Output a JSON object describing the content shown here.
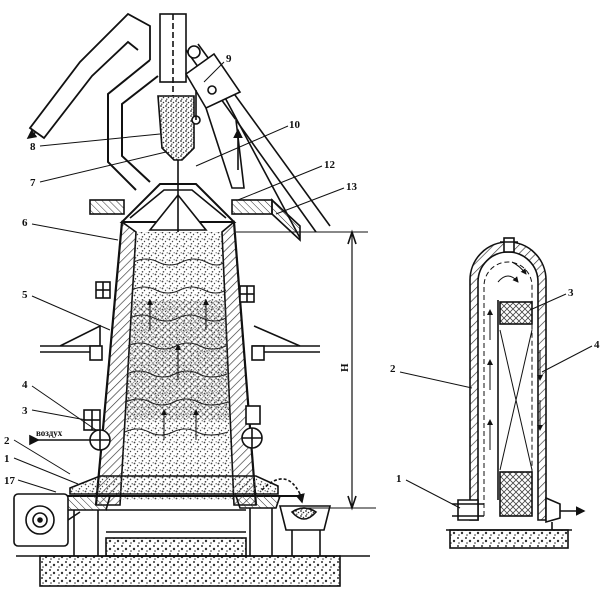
{
  "left_diagram": {
    "callouts": [
      {
        "id": "c9",
        "label": "9"
      },
      {
        "id": "c10",
        "label": "10"
      },
      {
        "id": "c8",
        "label": "8"
      },
      {
        "id": "c7",
        "label": "7"
      },
      {
        "id": "c12",
        "label": "12"
      },
      {
        "id": "c13",
        "label": "13"
      },
      {
        "id": "c6",
        "label": "6"
      },
      {
        "id": "c5",
        "label": "5"
      },
      {
        "id": "c4",
        "label": "4"
      },
      {
        "id": "c3",
        "label": "3"
      },
      {
        "id": "c2",
        "label": "2"
      },
      {
        "id": "c1",
        "label": "1"
      },
      {
        "id": "c17",
        "label": "17"
      }
    ],
    "air_inlet_label": "воздух",
    "height_label": "H"
  },
  "right_diagram": {
    "callouts": [
      {
        "id": "r3",
        "label": "3"
      },
      {
        "id": "r4",
        "label": "4"
      },
      {
        "id": "r2",
        "label": "2"
      },
      {
        "id": "r1",
        "label": "1"
      }
    ]
  },
  "colors": {
    "ink": "#111111",
    "paper": "#ffffff",
    "hatch": "#333333",
    "granular": "#444444"
  }
}
